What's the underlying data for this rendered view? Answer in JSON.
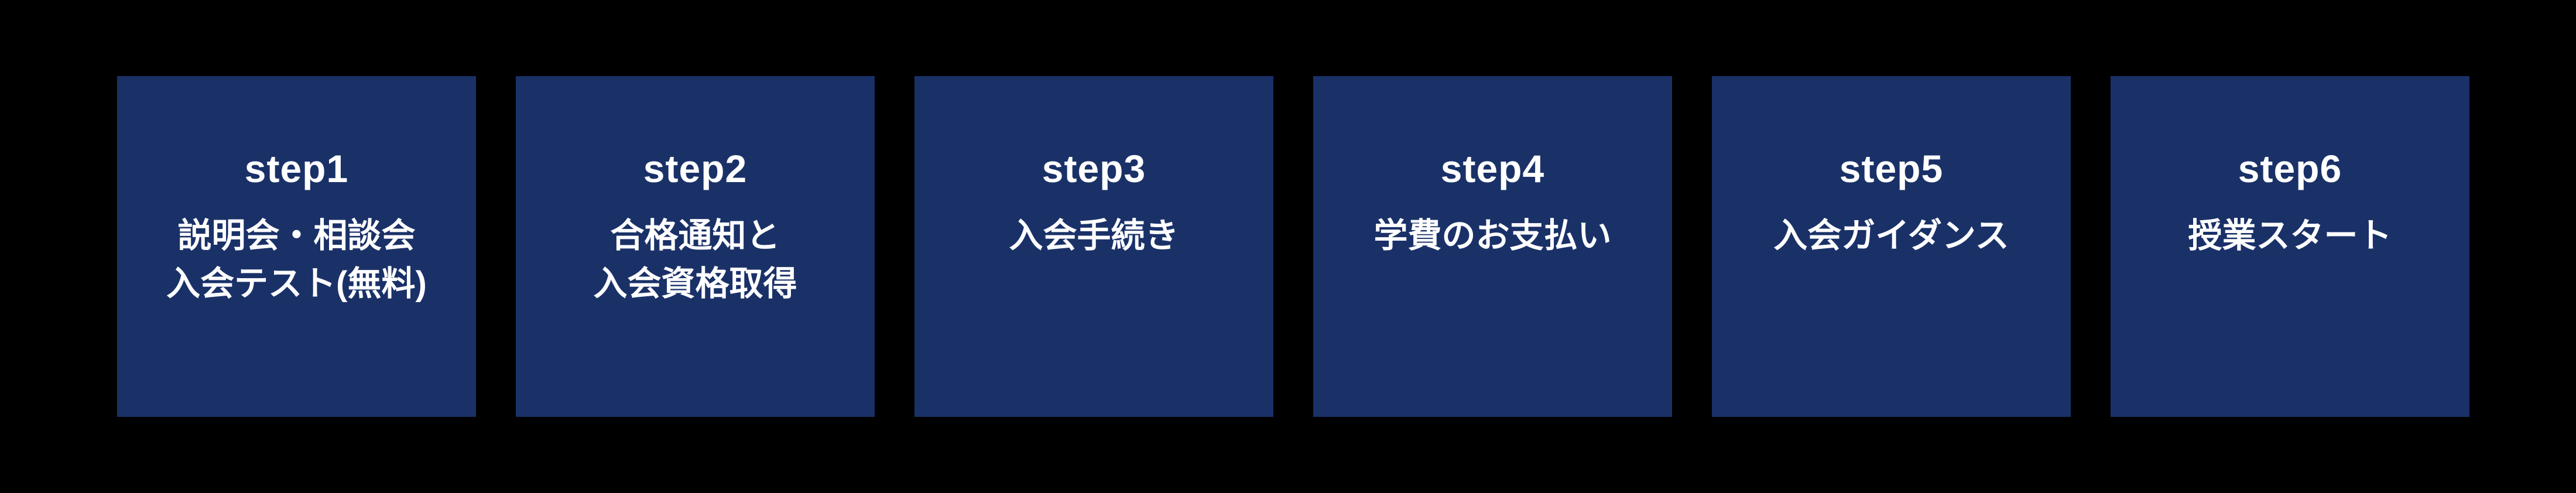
{
  "colors": {
    "background": "#000000",
    "box_bg": "#1a3168",
    "text": "#ffffff"
  },
  "steps": [
    {
      "label": "step1",
      "line1": "説明会・相談会",
      "line2": "入会テスト(無料)"
    },
    {
      "label": "step2",
      "line1": "合格通知と",
      "line2": "入会資格取得"
    },
    {
      "label": "step3",
      "line1": "入会手続き",
      "line2": ""
    },
    {
      "label": "step4",
      "line1": "学費のお支払い",
      "line2": ""
    },
    {
      "label": "step5",
      "line1": "入会ガイダンス",
      "line2": ""
    },
    {
      "label": "step6",
      "line1": "授業スタート",
      "line2": ""
    }
  ]
}
